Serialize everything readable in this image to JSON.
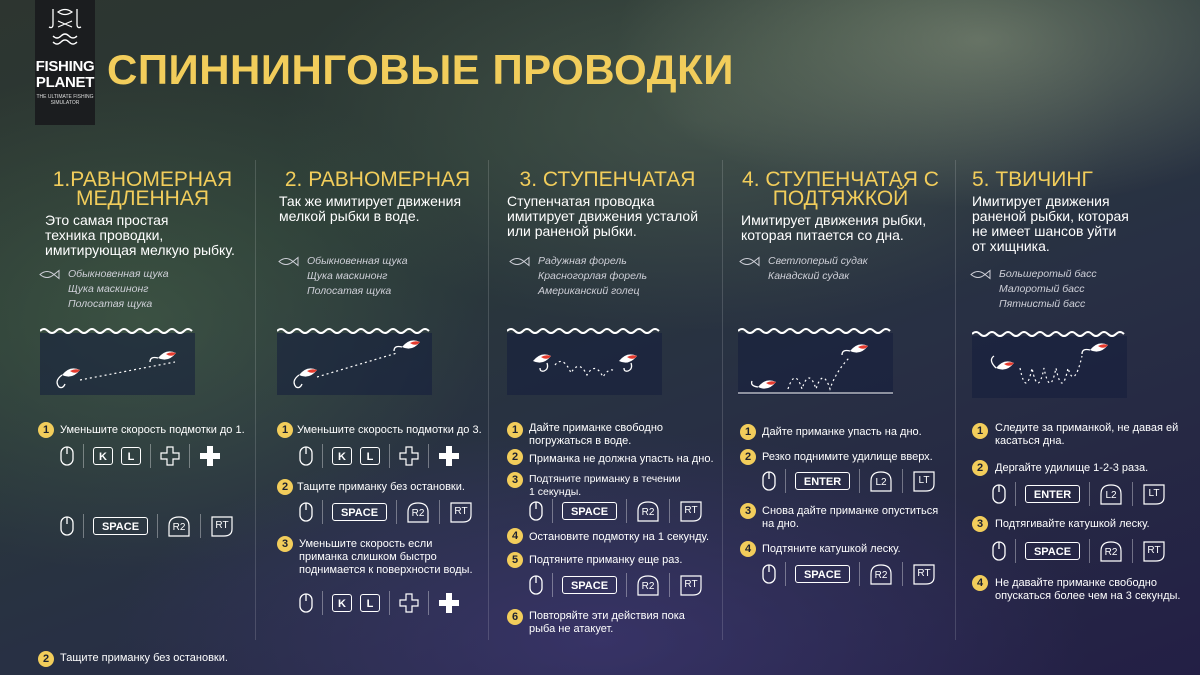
{
  "logo": {
    "brand_line1": "FISHING",
    "brand_line2": "PLANET",
    "tagline_line1": "THE ULTIMATE FISHING",
    "tagline_line2": "SIMULATOR"
  },
  "title": "СПИННИНГОВЫЕ ПРОВОДКИ",
  "colors": {
    "accent": "#f2cd5b",
    "lure_red": "#e63b2e"
  },
  "columns": [
    {
      "heading_line1": "1.РАВНОМЕРНАЯ",
      "heading_line2": "МЕДЛЕННАЯ",
      "desc_lines": [
        "Это самая простая",
        "техника проводки,",
        "имитирующая мелкую рыбку."
      ],
      "fish": [
        "Обыкновенная щука",
        "Щука маскинонг",
        "Полосатая щука"
      ],
      "steps": [
        {
          "num": "1",
          "lines": [
            "Уменьшите скорость подмотки до 1."
          ]
        },
        {
          "num": "2",
          "lines": [
            "Тащите приманку без остановки."
          ]
        }
      ]
    },
    {
      "heading_line1": "2. РАВНОМЕРНАЯ",
      "heading_line2": "",
      "desc_lines": [
        "Так же имитирует движения",
        "мелкой рыбки в воде."
      ],
      "fish": [
        "Обыкновенная щука",
        "Щука маскинонг",
        "Полосатая щука"
      ],
      "steps": [
        {
          "num": "1",
          "lines": [
            "Уменьшите скорость подмотки до 3."
          ]
        },
        {
          "num": "2",
          "lines": [
            "Тащите приманку без остановки."
          ]
        },
        {
          "num": "3",
          "lines": [
            "Уменьшите скорость если",
            "приманка слишком быстро",
            "поднимается к поверхности воды."
          ]
        }
      ]
    },
    {
      "heading_line1": "3. СТУПЕНЧАТАЯ",
      "heading_line2": "",
      "desc_lines": [
        "Ступенчатая проводка",
        "имитирует движения усталой",
        "или раненой рыбки."
      ],
      "fish": [
        "Радужная форель",
        "Красногорлая форель",
        "Американский голец"
      ],
      "steps": [
        {
          "num": "1",
          "lines": [
            "Дайте приманке свободно",
            "погружаться в воде."
          ]
        },
        {
          "num": "2",
          "lines": [
            "Приманка не должна упасть на дно."
          ]
        },
        {
          "num": "3",
          "lines": [
            "Подтяните приманку в течении",
            "1 секунды."
          ]
        },
        {
          "num": "4",
          "lines": [
            "Остановите подмотку на 1 секунду."
          ]
        },
        {
          "num": "5",
          "lines": [
            "Подтяните приманку еще раз."
          ]
        },
        {
          "num": "6",
          "lines": [
            "Повторяйте эти действия пока",
            "рыба не атакует."
          ]
        }
      ]
    },
    {
      "heading_line1": "4. СТУПЕНЧАТАЯ С",
      "heading_line2": "ПОДТЯЖКОЙ",
      "desc_lines": [
        "Имитирует движения рыбки,",
        "которая питается со дна."
      ],
      "fish": [
        "Светлоперый судак",
        "Канадский судак"
      ],
      "steps": [
        {
          "num": "1",
          "lines": [
            "Дайте приманке упасть на дно."
          ]
        },
        {
          "num": "2",
          "lines": [
            "Резко поднимите удилище вверх."
          ]
        },
        {
          "num": "3",
          "lines": [
            "Снова дайте приманке опуститься",
            "на дно."
          ]
        },
        {
          "num": "4",
          "lines": [
            "Подтяните катушкой леску."
          ]
        }
      ]
    },
    {
      "heading_line1": "5. ТВИЧИНГ",
      "heading_line2": "",
      "desc_lines": [
        "Имитирует движения",
        "раненой рыбки, которая",
        "не имеет шансов уйти",
        "от хищника."
      ],
      "fish": [
        "Большеротый басс",
        "Малоротый басс",
        "Пятнистый басс"
      ],
      "steps": [
        {
          "num": "1",
          "lines": [
            "Следите за приманкой, не давая ей",
            "касаться дна."
          ]
        },
        {
          "num": "2",
          "lines": [
            "Дергайте удилище 1-2-3 раза."
          ]
        },
        {
          "num": "3",
          "lines": [
            "Подтягивайте катушкой леску."
          ]
        },
        {
          "num": "4",
          "lines": [
            "Не давайте приманке свободно",
            "опускаться более чем на 3 секунды."
          ]
        }
      ]
    }
  ],
  "keys": {
    "k": "K",
    "l": "L",
    "space": "SPACE",
    "enter": "ENTER",
    "r2": "R2",
    "rt": "RT",
    "l2": "L2",
    "lt": "LT"
  }
}
